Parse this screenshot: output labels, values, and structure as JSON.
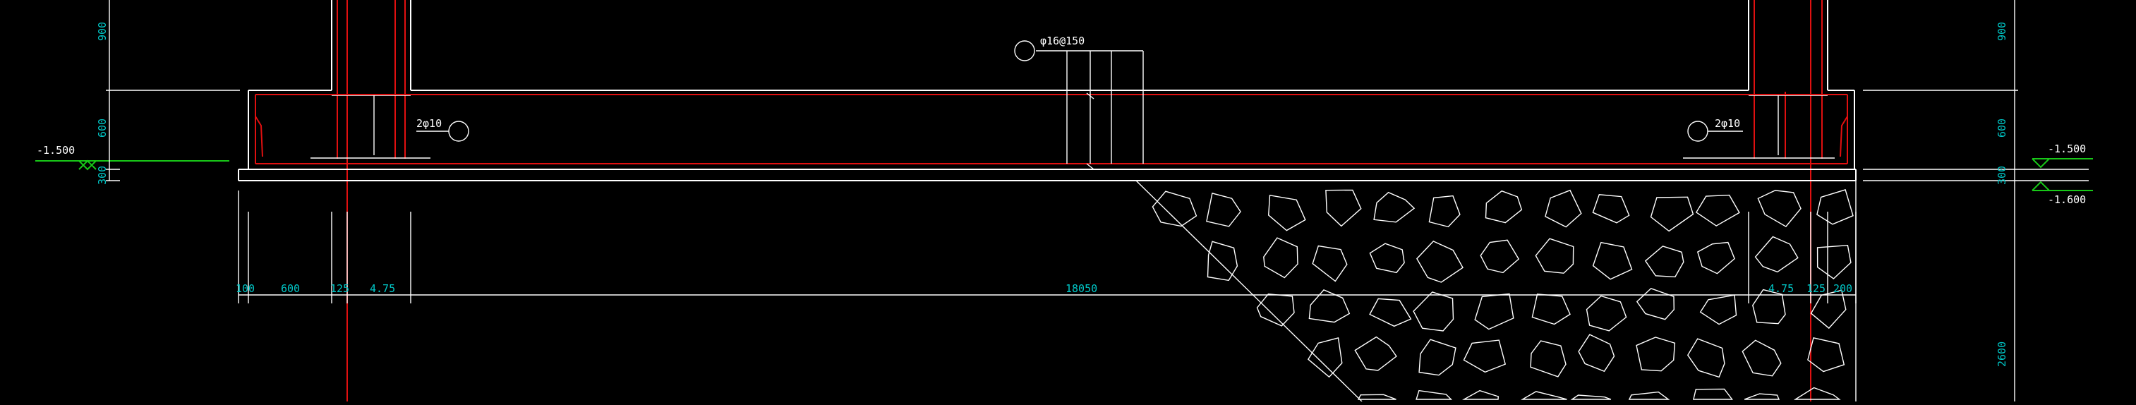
{
  "colors": {
    "background": "#000000",
    "line": "#ffffff",
    "rebar": "#e01010",
    "dimension_text": "#00c8c8",
    "level_marker": "#18c818"
  },
  "labels": {
    "rebar_top": "φ16@150",
    "rebar_left": "2φ10",
    "rebar_right": "2φ10",
    "level_left": "-1.500",
    "level_right_top": "-1.500",
    "level_right_bottom": "-1.600"
  },
  "dims_bottom": {
    "left": [
      "100",
      "600",
      "125",
      "4.75"
    ],
    "center": "18050",
    "right": [
      "4.75",
      "125",
      "200"
    ]
  },
  "dims_vertical": {
    "left": [
      "900",
      "600",
      "300"
    ],
    "right": [
      "900",
      "600",
      "300",
      "2600"
    ]
  }
}
